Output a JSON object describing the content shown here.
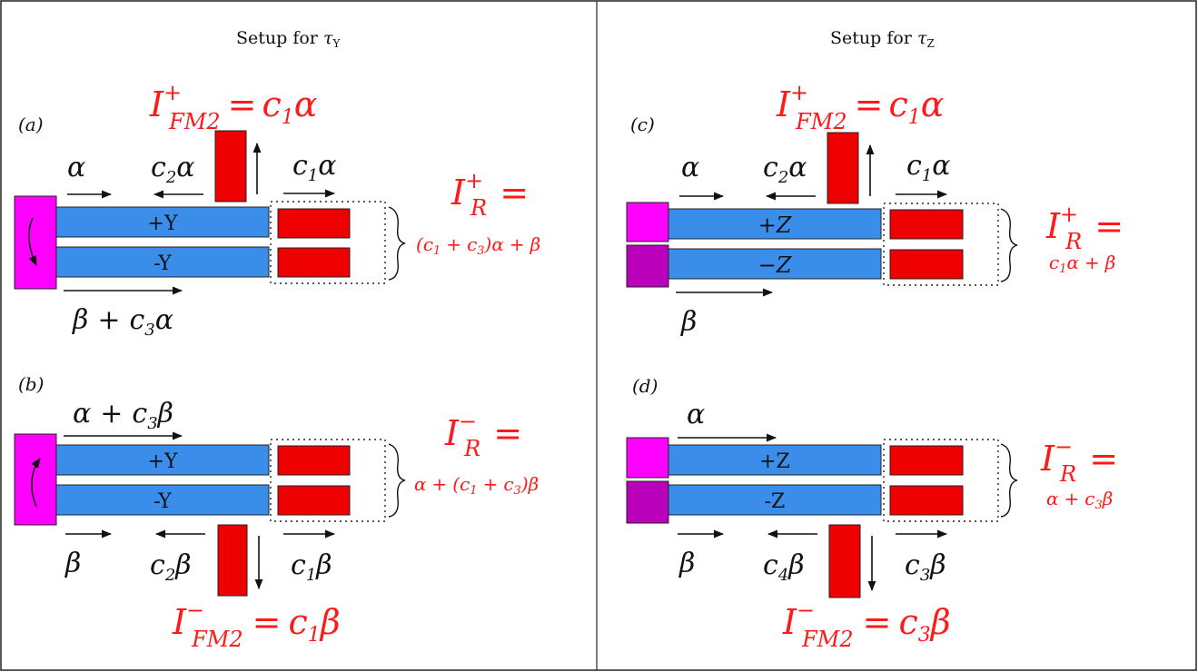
{
  "colors": {
    "background": "#ffffff",
    "channel_blue": "#3a8eea",
    "magnet_red": "#ee0000",
    "magenta": "#ff00ff",
    "purple": "#bb00bb",
    "label_red": "#ff1a1a",
    "text_black": "#111111"
  },
  "left": {
    "title_prefix": "Setup for",
    "title_symbol": "τ",
    "title_sub": "Y",
    "a": {
      "label": "(a)",
      "alpha": "α",
      "c2": "c",
      "c2_sub": "2",
      "c2_var": "α",
      "c1": "c",
      "c1_sub": "1",
      "c1_var": "α",
      "top_channel": "+Y",
      "bottom_channel": "-Y",
      "bottom_var": "β",
      "bottom_plus": "+",
      "bottom_c": "c",
      "bottom_c_sub": "3",
      "bottom_c_var": "α",
      "fm2_I": "I",
      "fm2_sup": "+",
      "fm2_sub": "FM2",
      "fm2_eq": "=",
      "fm2_c": "c",
      "fm2_c_sub": "1",
      "fm2_var": "α",
      "r_I": "I",
      "r_sup": "+",
      "r_sub": "R",
      "r_eq": "=",
      "r_expr_open": "(",
      "r_expr_c1": "c",
      "r_expr_c1_sub": "1",
      "r_expr_plus1": "+",
      "r_expr_c3": "c",
      "r_expr_c3_sub": "3",
      "r_expr_close": ")",
      "r_expr_var1": "α",
      "r_expr_plus2": "+",
      "r_expr_var2": "β"
    },
    "b": {
      "label": "(b)",
      "top_var": "α",
      "top_plus": "+",
      "top_c": "c",
      "top_c_sub": "3",
      "top_c_var": "β",
      "top_channel": "+Y",
      "bottom_channel": "-Y",
      "beta": "β",
      "c2": "c",
      "c2_sub": "2",
      "c2_var": "β",
      "c1": "c",
      "c1_sub": "1",
      "c1_var": "β",
      "fm2_I": "I",
      "fm2_sup": "−",
      "fm2_sub": "FM2",
      "fm2_eq": "=",
      "fm2_c": "c",
      "fm2_c_sub": "1",
      "fm2_var": "β",
      "r_I": "I",
      "r_sup": "−",
      "r_sub": "R",
      "r_eq": "=",
      "r_expr_var1": "α",
      "r_expr_plus1": "+",
      "r_expr_open": "(",
      "r_expr_c1": "c",
      "r_expr_c1_sub": "1",
      "r_expr_plus2": "+",
      "r_expr_c3": "c",
      "r_expr_c3_sub": "3",
      "r_expr_close": ")",
      "r_expr_var2": "β"
    }
  },
  "right": {
    "title_prefix": "Setup for",
    "title_symbol": "τ",
    "title_sub": "Z",
    "c": {
      "label": "(c)",
      "alpha": "α",
      "c2": "c",
      "c2_sub": "2",
      "c2_var": "α",
      "c1": "c",
      "c1_sub": "1",
      "c1_var": "α",
      "top_channel": "+Z",
      "bottom_channel": "−Z",
      "beta": "β",
      "fm2_I": "I",
      "fm2_sup": "+",
      "fm2_sub": "FM2",
      "fm2_eq": "=",
      "fm2_c": "c",
      "fm2_c_sub": "1",
      "fm2_var": "α",
      "r_I": "I",
      "r_sup": "+",
      "r_sub": "R",
      "r_eq": "=",
      "r_expr_c": "c",
      "r_expr_c_sub": "1",
      "r_expr_var1": "α",
      "r_expr_plus": "+",
      "r_expr_var2": "β"
    },
    "d": {
      "label": "(d)",
      "alpha": "α",
      "top_channel": "+Z",
      "bottom_channel": "-Z",
      "beta": "β",
      "c4": "c",
      "c4_sub": "4",
      "c4_var": "β",
      "c3": "c",
      "c3_sub": "3",
      "c3_var": "β",
      "fm2_I": "I",
      "fm2_sup": "−",
      "fm2_sub": "FM2",
      "fm2_eq": "=",
      "fm2_c": "c",
      "fm2_c_sub": "3",
      "fm2_var": "β",
      "r_I": "I",
      "r_sup": "−",
      "r_sub": "R",
      "r_eq": "=",
      "r_expr_var1": "α",
      "r_expr_plus": "+",
      "r_expr_c": "c",
      "r_expr_c_sub": "3",
      "r_expr_var2": "β"
    }
  }
}
